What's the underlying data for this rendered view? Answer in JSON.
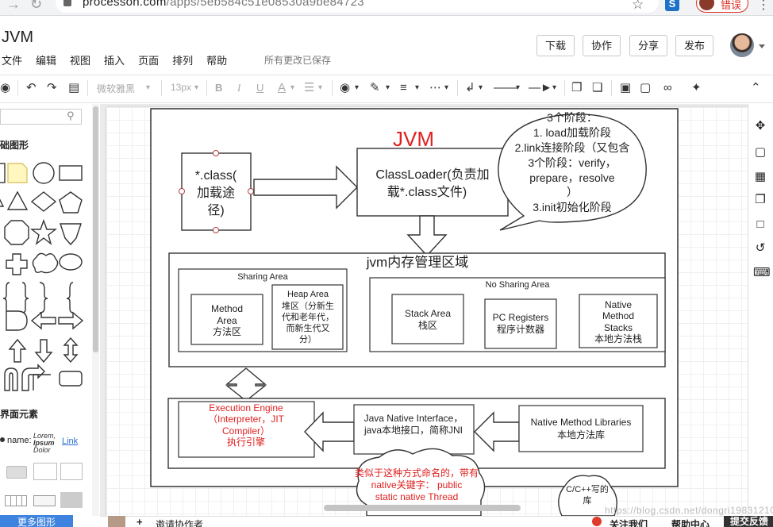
{
  "browser": {
    "url_host": "processon.com",
    "url_path": "/apps/5eb584c51e08530a9be84723",
    "error_label": "错误"
  },
  "app": {
    "title": "JVM",
    "menus": [
      "文件",
      "编辑",
      "视图",
      "插入",
      "页面",
      "排列",
      "帮助"
    ],
    "save_status": "所有更改已保存",
    "buttons": {
      "download": "下载",
      "collaborate": "协作",
      "share": "分享",
      "publish": "发布"
    }
  },
  "toolbar": {
    "font_family": "微软雅黑",
    "font_size": "13px",
    "bold": "B",
    "italic": "I",
    "underline": "U",
    "font_color": "A"
  },
  "sidebar": {
    "section_basic": "础图形",
    "section_ui": "界面元素",
    "ui_name_label": "name:",
    "ui_lorem": "Lorem,",
    "ui_ipsum": "Ipsum",
    "ui_dolor": "Dolor",
    "ui_link": "Link",
    "more_shapes": "更多图形"
  },
  "bottom": {
    "invite": "邀请协作者",
    "follow": "关注我们",
    "help": "帮助中心",
    "feedback": "提交反馈",
    "watermark": "https://blog.csdn.net/dongri19831210"
  },
  "diagram": {
    "title": "JVM",
    "class_file": [
      "*.class(",
      "加载途",
      "径)"
    ],
    "classloader": [
      "ClassLoader(负责加",
      "载*.class文件)"
    ],
    "phases_note": [
      "3个阶段：",
      "1. load加载阶段",
      "2.link连接阶段（又包含",
      "3个阶段：verify，",
      "prepare，resolve",
      "）",
      "3.init初始化阶段"
    ],
    "memory_area": "jvm内存管理区域",
    "sharing_area": "Sharing Area",
    "method_area": [
      "Method",
      "Area",
      "方法区"
    ],
    "heap_area": [
      "Heap Area",
      "堆区（分新生",
      "代和老年代，",
      "而新生代又",
      "分）"
    ],
    "no_sharing_area": "No Sharing Area",
    "stack_area": [
      "Stack Area",
      "栈区"
    ],
    "pc_registers": [
      "PC Registers",
      "程序计数器"
    ],
    "native_stacks": [
      "Native",
      "Method",
      "Stacks",
      "本地方法栈"
    ],
    "execution_engine": [
      "Execution Engine",
      "（Interpreter，JIT",
      "Compiler）",
      "执行引擎"
    ],
    "jni": [
      "Java Native Interface，",
      "java本地接口，简称JNI"
    ],
    "native_libs": [
      "Native Method Libraries",
      "本地方法库"
    ],
    "cloud_note": [
      "类似于这种方式命名的，带有",
      "native关键字：   public",
      "static native Thread"
    ],
    "cpp_note": [
      "C/C++写的",
      "库"
    ]
  },
  "colors": {
    "accent_red": "#e02020",
    "primary_blue": "#3f83e0"
  }
}
